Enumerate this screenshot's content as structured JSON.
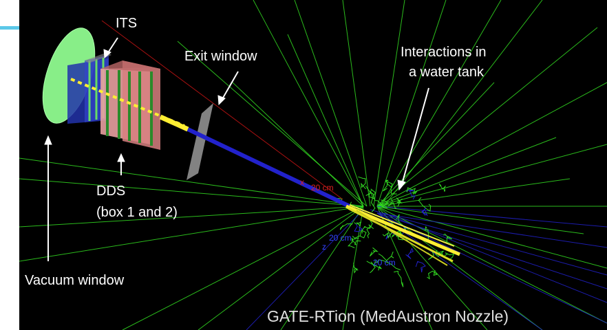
{
  "labels": {
    "its": "ITS",
    "exit_window": "Exit window",
    "interactions_line1": "Interactions in",
    "interactions_line2": "a water tank",
    "dds_line1": "DDS",
    "dds_line2": "(box 1 and 2)",
    "vacuum_window": "Vacuum window",
    "footer": "GATE-RTion (MedAustron Nozzle)"
  },
  "axis_labels": {
    "x_letter": "x",
    "x_dist": "20 cm",
    "y_dist": "20 cm",
    "z_letter": "z",
    "z_dist": "20 cm"
  },
  "colors": {
    "background": "#000000",
    "accent": "#5bc8e8",
    "tracks": "#33dd22",
    "beam": "#2222cc",
    "beam_core": "#ffee33",
    "vacuum_window": "#88ee88",
    "dds_box": "#e8a0a0",
    "its_box": "#3344cc",
    "exit_window": "#aaaaaa",
    "axis_x": "#dd2222",
    "axis_y": "#3344ff"
  }
}
